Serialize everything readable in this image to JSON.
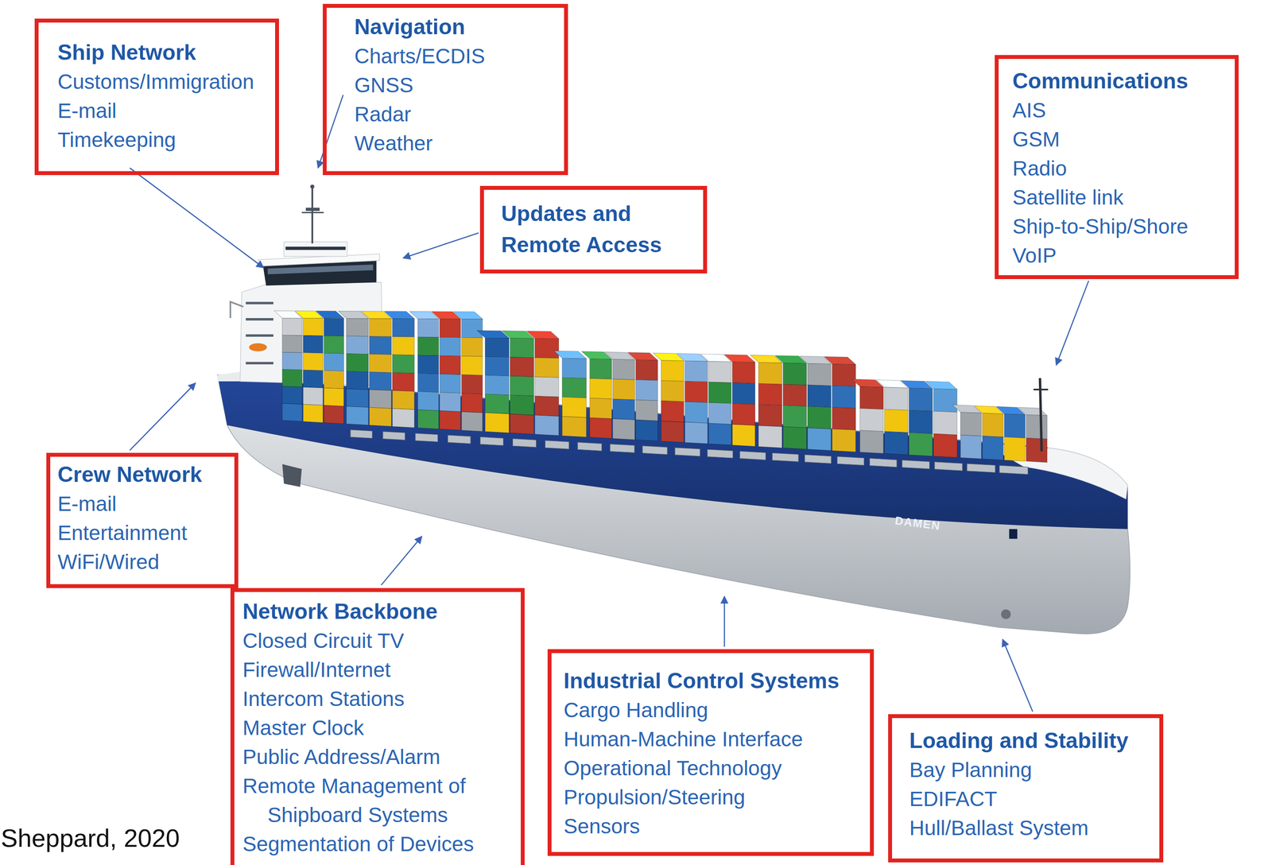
{
  "diagram": {
    "nodes": [
      {
        "text": [
          "Ship Network",
          "Customs/Immigration",
          "E-mail",
          "Timekeeping"
        ]
      },
      {
        "text": [
          "Navigation",
          "Charts/ECDIS",
          "GNSS",
          "Radar",
          "Weather"
        ]
      },
      {
        "text": [
          "Updates and Remote Access"
        ]
      },
      {
        "text": [
          "Communications",
          "AIS",
          "GSM",
          "Radio",
          "Satellite link",
          "Ship-to-Ship/Shore",
          "VoIP"
        ]
      },
      {
        "text": [
          "Crew Network",
          "E-mail",
          "Entertainment",
          "WiFi/Wired"
        ]
      },
      {
        "text": [
          "Network Backbone",
          "Closed Circuit TV",
          "Firewall/Internet",
          "Intercom Stations",
          "Master Clock",
          "Public Address/Alarm",
          "Remote Management of Shipboard Systems",
          "Segmentation of Devices"
        ]
      },
      {
        "text": [
          "Industrial Control Systems",
          "Cargo Handling",
          "Human-Machine Interface",
          "Operational Technology",
          "Propulsion/Steering",
          "Sensors"
        ]
      },
      {
        "text": [
          "Loading and Stability",
          "Bay Planning",
          "EDIFACT",
          "Hull/Ballast System"
        ]
      }
    ],
    "labels": [
      "DAMEN",
      "Sheppard, 2020"
    ]
  }
}
